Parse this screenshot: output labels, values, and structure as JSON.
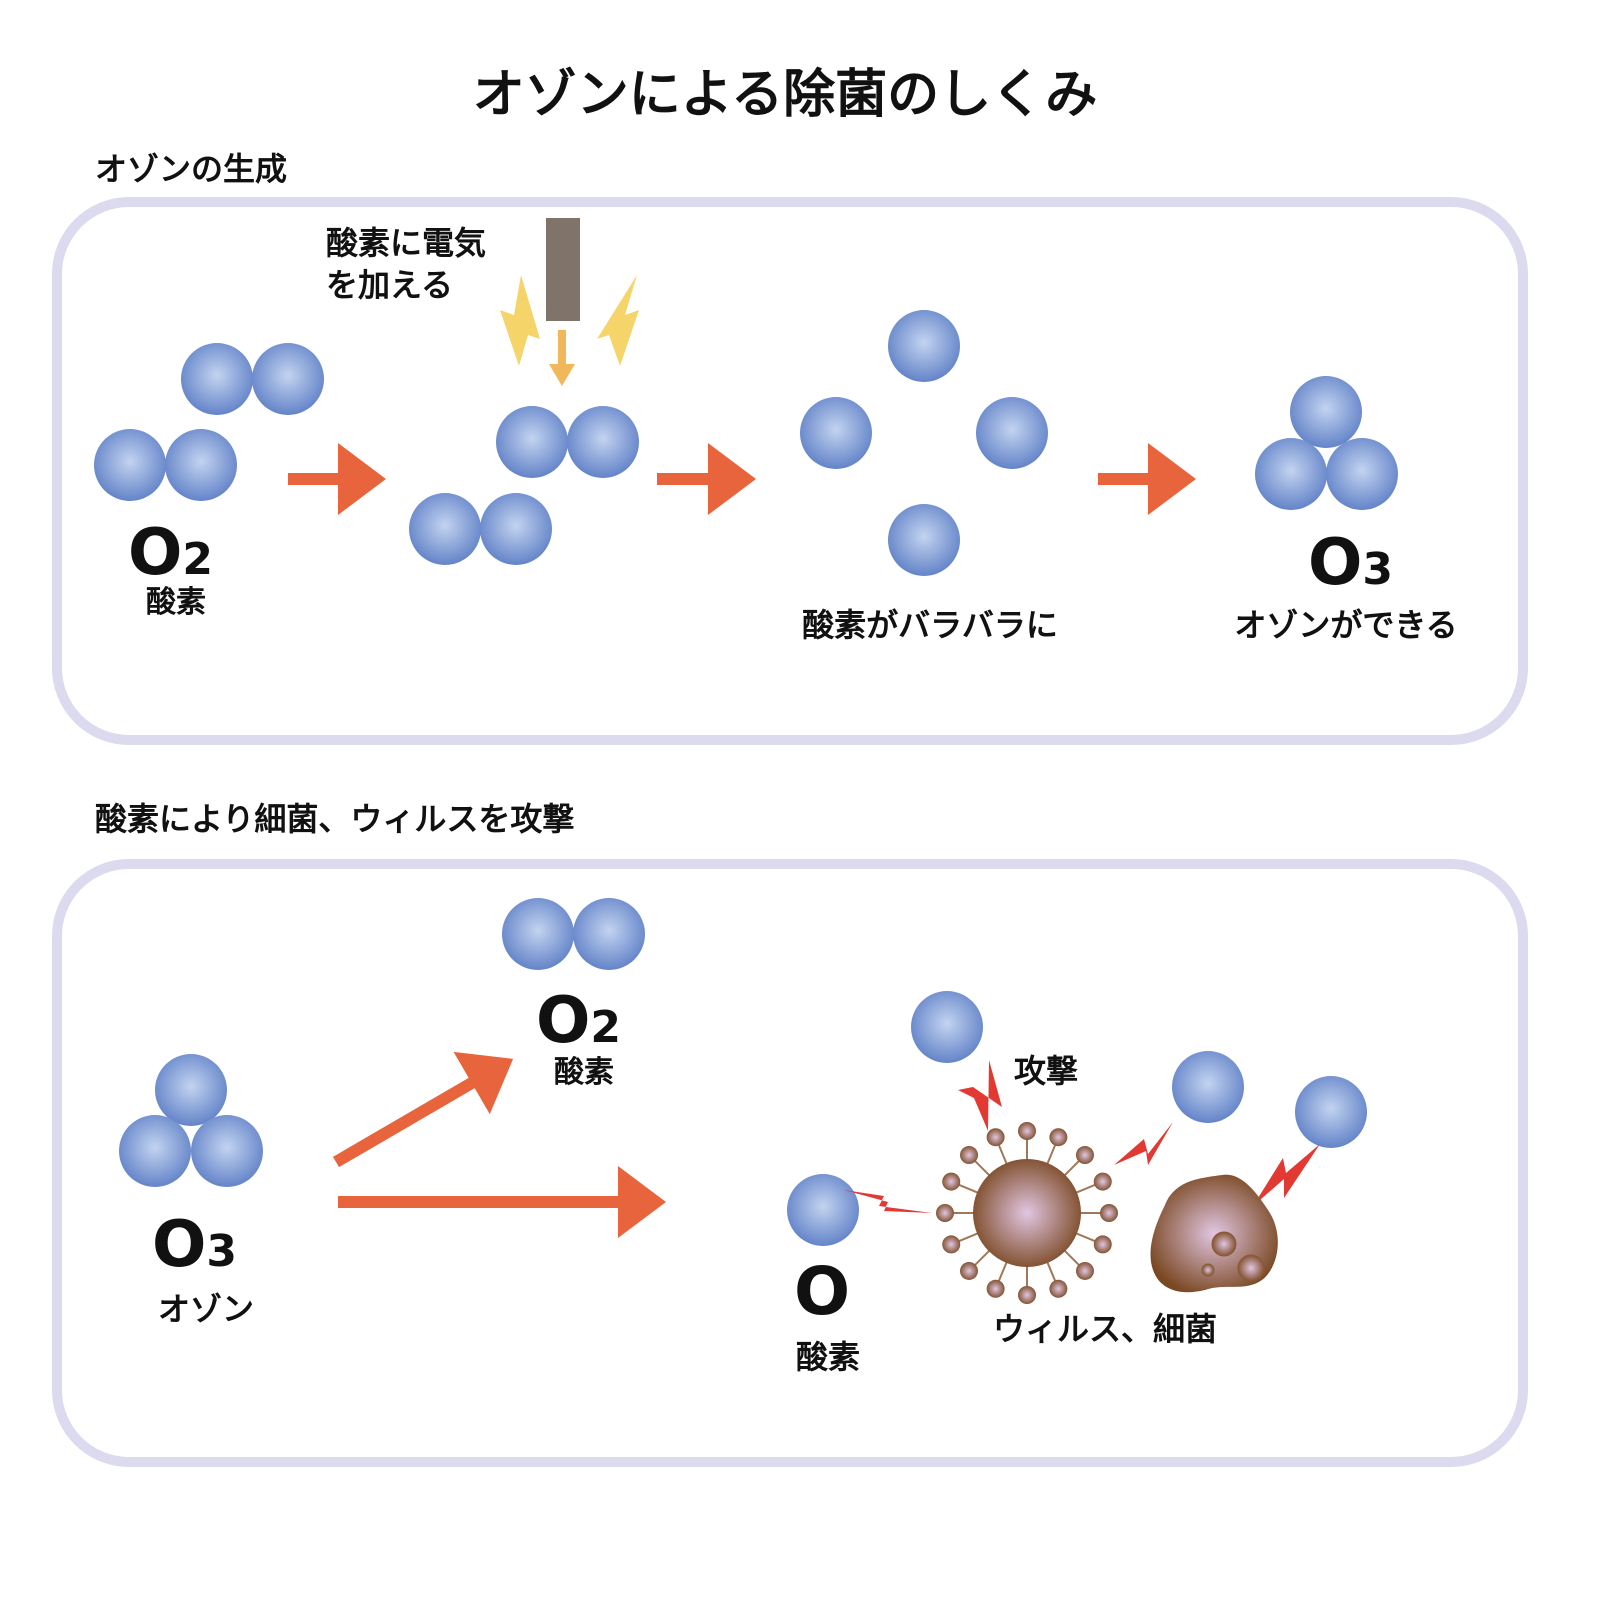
{
  "title": "オゾンによる除菌のしくみ",
  "section1": {
    "heading": "オゾンの生成",
    "electric_label_line1": "酸素に電気",
    "electric_label_line2": "を加える",
    "o2_formula": "O",
    "o2_sub": "2",
    "o2_name": "酸素",
    "split_label": "酸素がバラバラに",
    "o3_formula": "O",
    "o3_sub": "3",
    "o3_label": "オゾンができる"
  },
  "section2": {
    "heading": "酸素により細菌、ウィルスを攻撃",
    "o3_formula": "O",
    "o3_sub": "3",
    "o3_name": "オゾン",
    "o2_formula": "O",
    "o2_sub": "2",
    "o2_name": "酸素",
    "o_formula": "O",
    "o_name": "酸素",
    "attack_label": "攻撃",
    "target_label": "ウィルス、細菌"
  },
  "colors": {
    "panel_border": "#dcdaee",
    "arrow": "#e8643c",
    "bolt_yellow": "#f5d46a",
    "bolt_red": "#e23a33",
    "electrode": "#80746a",
    "molecule": "#6f8fd0",
    "virus": "#7a4a28"
  }
}
